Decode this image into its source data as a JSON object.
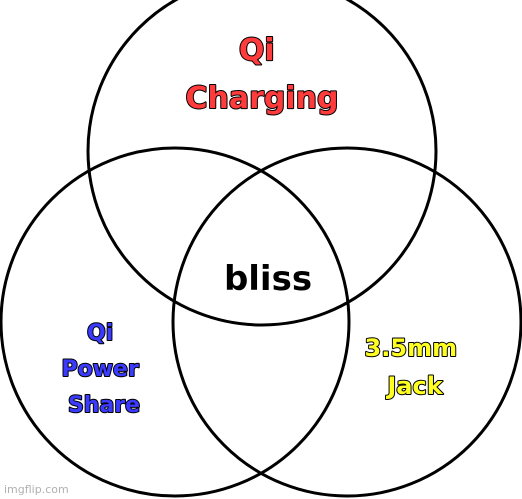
{
  "diagram": {
    "type": "venn",
    "top_label_lines": [
      "Qi",
      "Charging"
    ],
    "left_label_lines": [
      "Qi",
      "Power",
      "Share"
    ],
    "right_label_lines": [
      "3.5mm",
      "Jack"
    ],
    "center_label": "bliss",
    "colors": {
      "top": "#ff3b3b",
      "left": "#3b3bff",
      "right": "#ffff22",
      "center": "#000000",
      "outline": "#000000"
    }
  },
  "watermark": "imgflip.com"
}
